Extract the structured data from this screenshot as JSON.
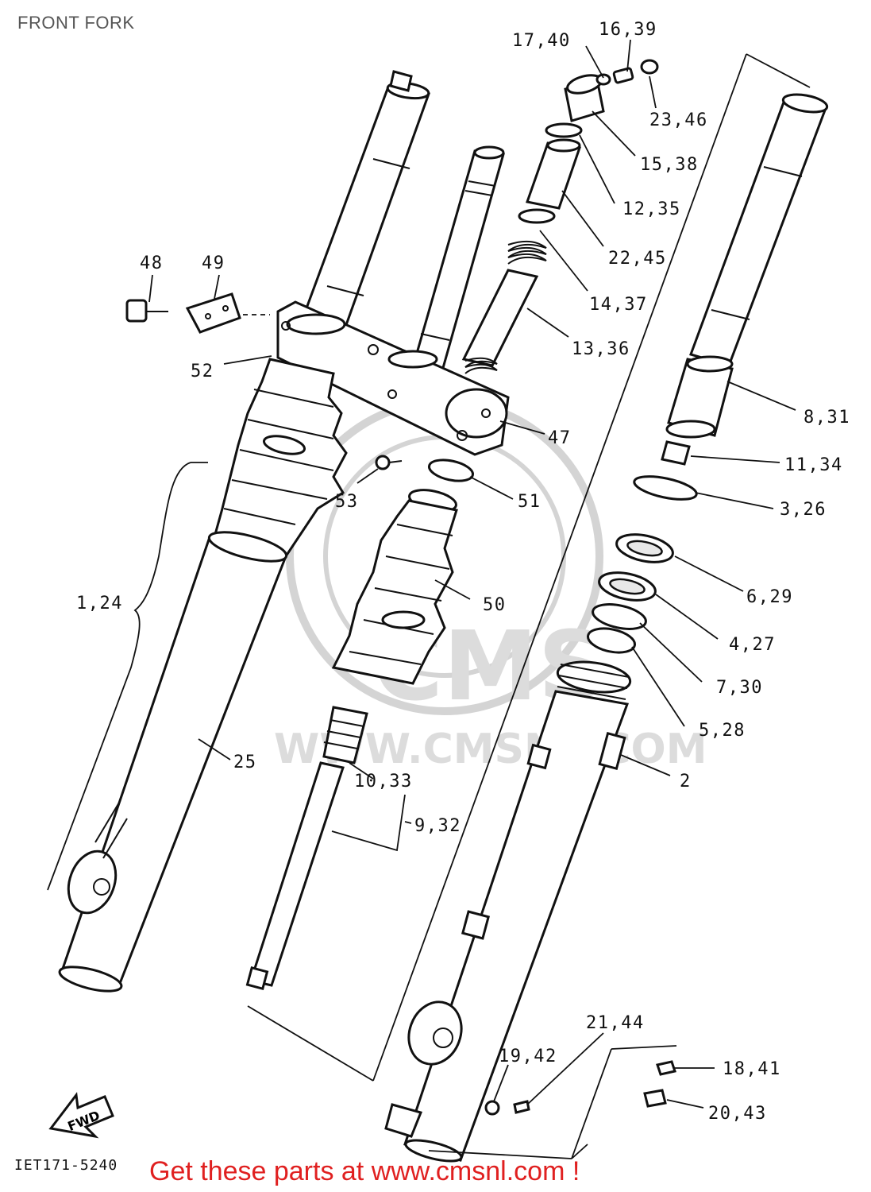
{
  "title": "FRONT FORK",
  "reference_code": "IET171-5240",
  "footer": "Get these parts at www.cmsnl.com !",
  "watermark": {
    "brand": "CMS",
    "url": "WWW.CMSNL.COM"
  },
  "direction_marker": "FWD",
  "callouts": {
    "c_17_40": "17,40",
    "c_16_39": "16,39",
    "c_23_46": "23,46",
    "c_15_38": "15,38",
    "c_12_35": "12,35",
    "c_22_45": "22,45",
    "c_14_37": "14,37",
    "c_13_36": "13,36",
    "c_48": "48",
    "c_49": "49",
    "c_52": "52",
    "c_47": "47",
    "c_8_31": "8,31",
    "c_11_34": "11,34",
    "c_3_26": "3,26",
    "c_53": "53",
    "c_51": "51",
    "c_6_29": "6,29",
    "c_1_24": "1,24",
    "c_50": "50",
    "c_4_27": "4,27",
    "c_7_30": "7,30",
    "c_5_28": "5,28",
    "c_25": "25",
    "c_2": "2",
    "c_10_33": "10,33",
    "c_9_32": "9,32",
    "c_21_44": "21,44",
    "c_19_42": "19,42",
    "c_18_41": "18,41",
    "c_20_43": "20,43"
  }
}
